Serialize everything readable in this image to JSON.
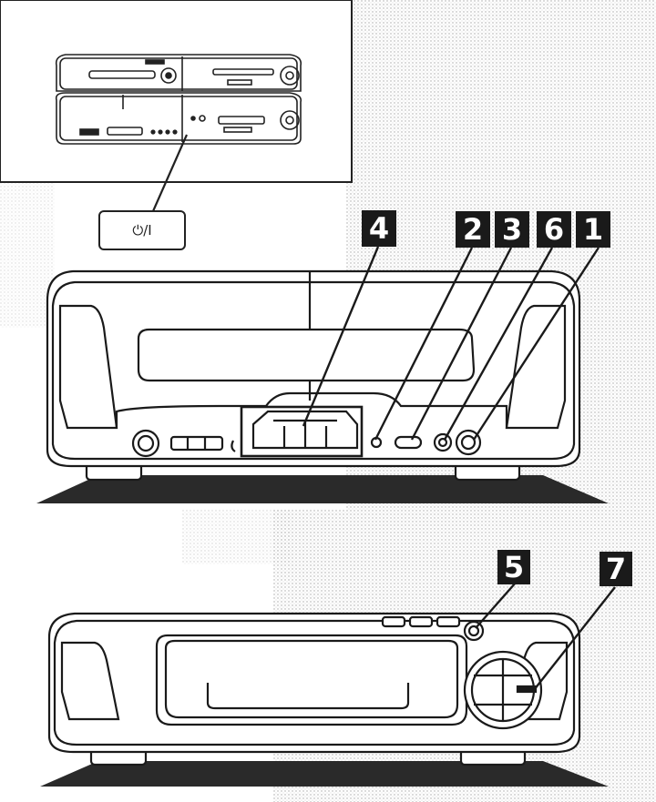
{
  "power_button": {
    "label": "⏻/I"
  },
  "callouts": [
    {
      "id": "badge-4",
      "label": "4"
    },
    {
      "id": "badge-2",
      "label": "2"
    },
    {
      "id": "badge-3",
      "label": "3"
    },
    {
      "id": "badge-6",
      "label": "6"
    },
    {
      "id": "badge-1",
      "label": "1"
    },
    {
      "id": "badge-5",
      "label": "5"
    },
    {
      "id": "badge-7",
      "label": "7"
    }
  ],
  "colors": {
    "line": "#1a1a1a",
    "badge": "#1a1a1a",
    "shadow": "#333333",
    "panel": "#ffffff"
  }
}
